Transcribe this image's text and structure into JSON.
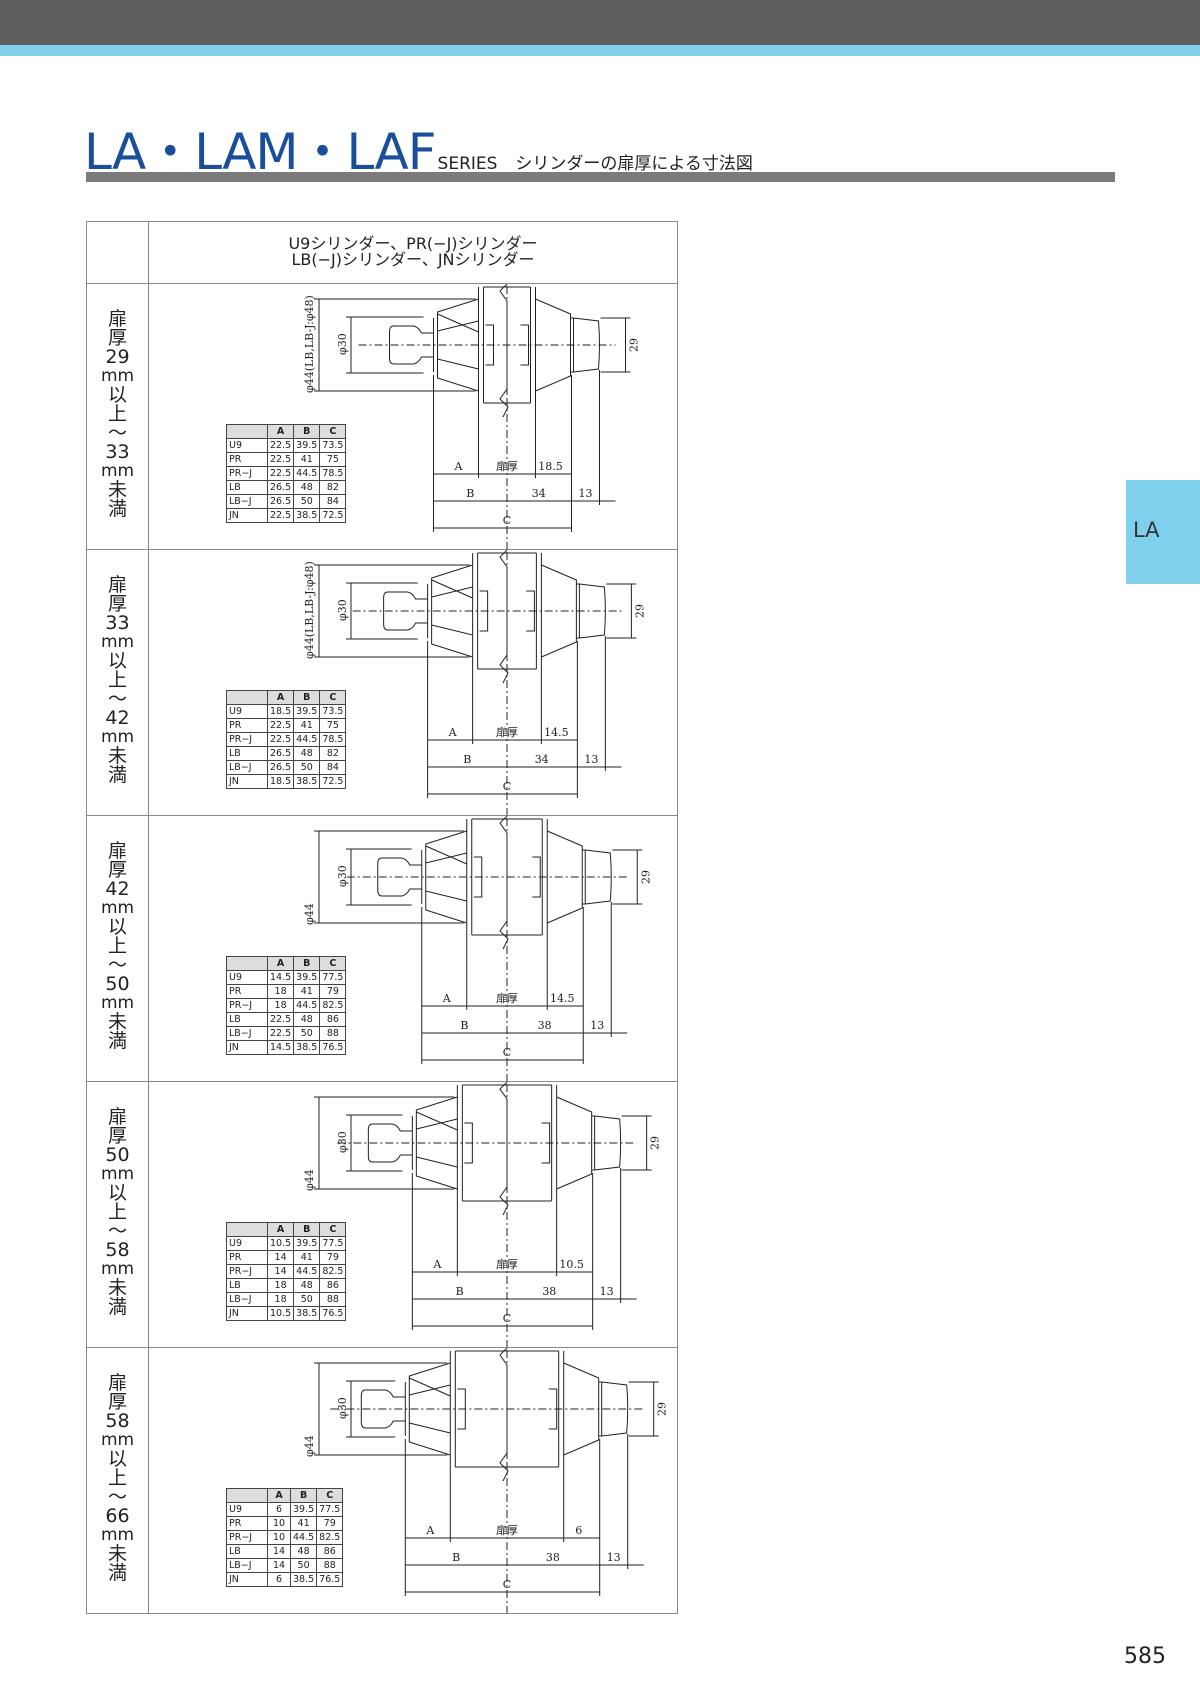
{
  "header": {
    "title": "LA・LAM・LAF",
    "series": "SERIES",
    "subtitle": "シリンダーの扉厚による寸法図"
  },
  "table_header": {
    "line1": "U9シリンダー、PR(−J)シリンダー",
    "line2": "LB(−J)シリンダー、JNシリンダー"
  },
  "column_headers": [
    "",
    "A",
    "B",
    "C"
  ],
  "rows": [
    {
      "label": [
        "扉",
        "厚",
        "29",
        "mm",
        "以",
        "上",
        "～",
        "33",
        "mm",
        "未",
        "満"
      ],
      "table": [
        [
          "U9",
          "22.5",
          "39.5",
          "73.5"
        ],
        [
          "PR",
          "22.5",
          "41",
          "75"
        ],
        [
          "PR−J",
          "22.5",
          "44.5",
          "78.5"
        ],
        [
          "LB",
          "26.5",
          "48",
          "82"
        ],
        [
          "LB−J",
          "26.5",
          "50",
          "84"
        ],
        [
          "JN",
          "22.5",
          "38.5",
          "72.5"
        ]
      ],
      "dims": {
        "outer": "φ44(LB,LB-J:φ48)",
        "inner": "φ30",
        "knob": "29",
        "a": "A",
        "door": "扉厚",
        "right": "18.5",
        "b": "B",
        "mid": "34",
        "end": "13",
        "c": "C"
      },
      "door_rel": 1
    },
    {
      "label": [
        "扉",
        "厚",
        "33",
        "mm",
        "以",
        "上",
        "～",
        "42",
        "mm",
        "未",
        "満"
      ],
      "table": [
        [
          "U9",
          "18.5",
          "39.5",
          "73.5"
        ],
        [
          "PR",
          "22.5",
          "41",
          "75"
        ],
        [
          "PR−J",
          "22.5",
          "44.5",
          "78.5"
        ],
        [
          "LB",
          "26.5",
          "48",
          "82"
        ],
        [
          "LB−J",
          "26.5",
          "50",
          "84"
        ],
        [
          "JN",
          "18.5",
          "38.5",
          "72.5"
        ]
      ],
      "dims": {
        "outer": "φ44(LB,LB-J:φ48)",
        "inner": "φ30",
        "knob": "29",
        "a": "A",
        "door": "扉厚",
        "right": "14.5",
        "b": "B",
        "mid": "34",
        "end": "13",
        "c": "C"
      },
      "door_rel": 1.25
    },
    {
      "label": [
        "扉",
        "厚",
        "42",
        "mm",
        "以",
        "上",
        "～",
        "50",
        "mm",
        "未",
        "満"
      ],
      "table": [
        [
          "U9",
          "14.5",
          "39.5",
          "77.5"
        ],
        [
          "PR",
          "18",
          "41",
          "79"
        ],
        [
          "PR−J",
          "18",
          "44.5",
          "82.5"
        ],
        [
          "LB",
          "22.5",
          "48",
          "86"
        ],
        [
          "LB−J",
          "22.5",
          "50",
          "88"
        ],
        [
          "JN",
          "14.5",
          "38.5",
          "76.5"
        ]
      ],
      "dims": {
        "outer": "φ44",
        "inner": "φ30",
        "knob": "29",
        "a": "A",
        "door": "扉厚",
        "right": "14.5",
        "b": "B",
        "mid": "38",
        "end": "13",
        "c": "C"
      },
      "door_rel": 1.5
    },
    {
      "label": [
        "扉",
        "厚",
        "50",
        "mm",
        "以",
        "上",
        "～",
        "58",
        "mm",
        "未",
        "満"
      ],
      "table": [
        [
          "U9",
          "10.5",
          "39.5",
          "77.5"
        ],
        [
          "PR",
          "14",
          "41",
          "79"
        ],
        [
          "PR−J",
          "14",
          "44.5",
          "82.5"
        ],
        [
          "LB",
          "18",
          "48",
          "86"
        ],
        [
          "LB−J",
          "18",
          "50",
          "88"
        ],
        [
          "JN",
          "10.5",
          "38.5",
          "76.5"
        ]
      ],
      "dims": {
        "outer": "φ44",
        "inner": "φ30",
        "knob": "29",
        "a": "A",
        "door": "扉厚",
        "right": "10.5",
        "b": "B",
        "mid": "38",
        "end": "13",
        "c": "C"
      },
      "door_rel": 1.9
    },
    {
      "label": [
        "扉",
        "厚",
        "58",
        "mm",
        "以",
        "上",
        "～",
        "66",
        "mm",
        "未",
        "満"
      ],
      "table": [
        [
          "U9",
          "6",
          "39.5",
          "77.5"
        ],
        [
          "PR",
          "10",
          "41",
          "79"
        ],
        [
          "PR−J",
          "10",
          "44.5",
          "82.5"
        ],
        [
          "LB",
          "14",
          "48",
          "86"
        ],
        [
          "LB−J",
          "14",
          "50",
          "88"
        ],
        [
          "JN",
          "6",
          "38.5",
          "76.5"
        ]
      ],
      "dims": {
        "outer": "φ44",
        "inner": "φ30",
        "knob": "29",
        "a": "A",
        "door": "扉厚",
        "right": "6",
        "b": "B",
        "mid": "38",
        "end": "13",
        "c": "C"
      },
      "door_rel": 2.2
    }
  ],
  "side_tab": "LA",
  "page_number": "585",
  "colors": {
    "title": "#1a4e9a",
    "tab": "#7fd0ec",
    "topbar": "#5f5f5f"
  }
}
